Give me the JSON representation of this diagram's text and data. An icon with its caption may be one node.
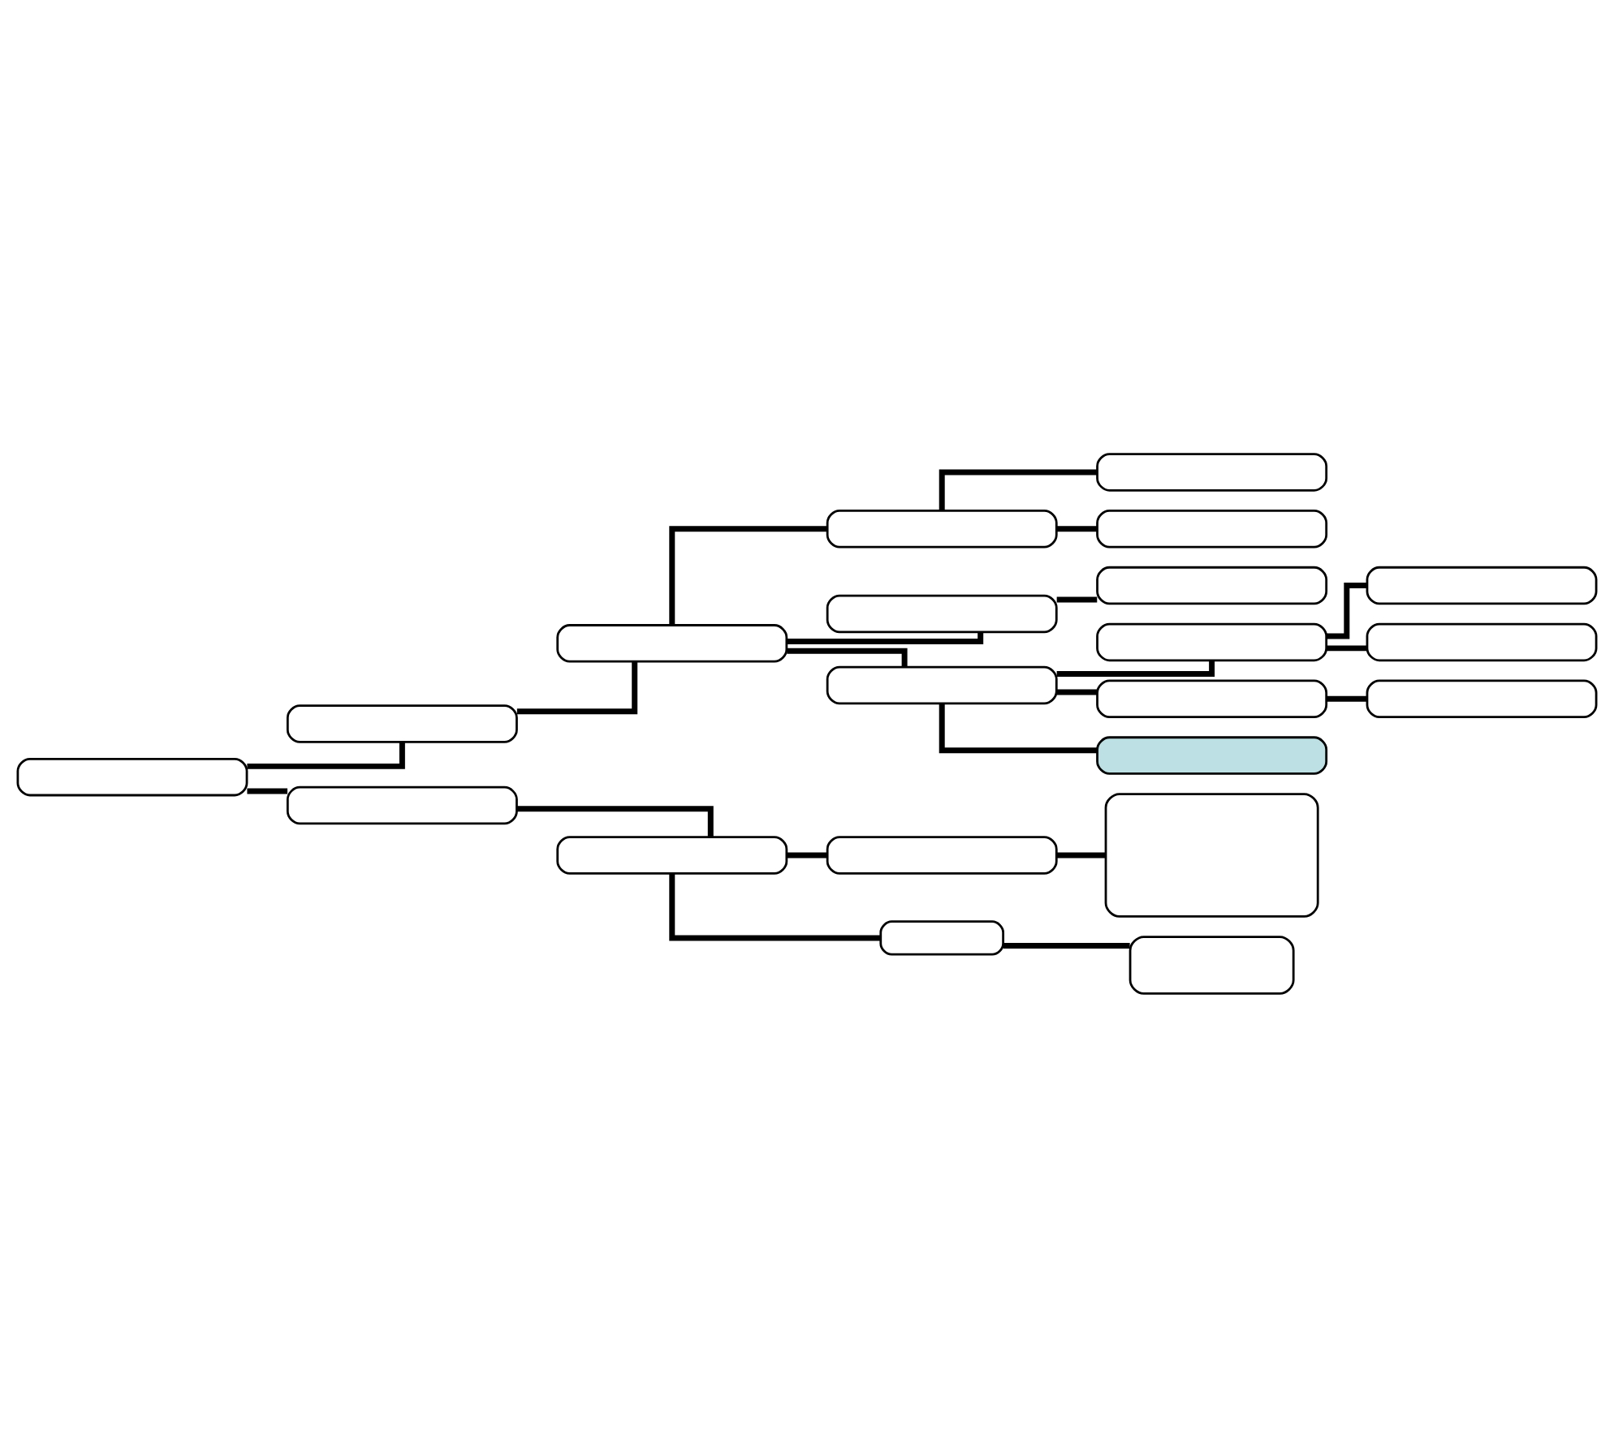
{
  "diagram": {
    "nodes": [
      {
        "text": [],
        "shape": "box"
      },
      {
        "text": [],
        "shape": "box"
      },
      {
        "text": [],
        "shape": "box"
      },
      {
        "text": [],
        "shape": "box"
      },
      {
        "text": [],
        "shape": "box"
      },
      {
        "text": [],
        "shape": "box"
      },
      {
        "text": [],
        "shape": "box"
      },
      {
        "text": [],
        "shape": "box"
      },
      {
        "text": [],
        "shape": "box"
      },
      {
        "text": [],
        "shape": "box"
      },
      {
        "text": [],
        "shape": "box"
      },
      {
        "text": [],
        "shape": "box"
      },
      {
        "text": [],
        "shape": "box"
      },
      {
        "text": [],
        "shape": "box"
      },
      {
        "text": [],
        "shape": "box"
      },
      {
        "text": [],
        "shape": "box"
      },
      {
        "text": [],
        "shape": "box"
      },
      {
        "text": [],
        "shape": "box"
      },
      {
        "text": [],
        "shape": "box"
      },
      {
        "text": [],
        "shape": "box"
      },
      {
        "text": [],
        "shape": "box"
      }
    ],
    "edges": [
      {
        "from": 0,
        "to": 1,
        "arrow": "none"
      },
      {
        "from": 1,
        "to": 2,
        "arrow": "none"
      },
      {
        "from": 2,
        "to": 3,
        "arrow": "none"
      },
      {
        "from": 3,
        "to": 4,
        "arrow": "none"
      },
      {
        "from": 3,
        "to": 5,
        "arrow": "none"
      },
      {
        "from": 2,
        "to": 6,
        "arrow": "none"
      },
      {
        "from": 6,
        "to": 7,
        "arrow": "none"
      },
      {
        "from": 2,
        "to": 8,
        "arrow": "none"
      },
      {
        "from": 8,
        "to": 9,
        "arrow": "none"
      },
      {
        "from": 9,
        "to": 10,
        "arrow": "none"
      },
      {
        "from": 9,
        "to": 11,
        "arrow": "none"
      },
      {
        "from": 8,
        "to": 12,
        "arrow": "none"
      },
      {
        "from": 12,
        "to": 13,
        "arrow": "none"
      },
      {
        "from": 8,
        "to": 14,
        "arrow": "none"
      },
      {
        "from": 0,
        "to": 15,
        "arrow": "none"
      },
      {
        "from": 15,
        "to": 16,
        "arrow": "none"
      },
      {
        "from": 16,
        "to": 17,
        "arrow": "none"
      },
      {
        "from": 17,
        "to": 18,
        "arrow": "none"
      },
      {
        "from": 16,
        "to": 19,
        "arrow": "none"
      },
      {
        "from": 19,
        "to": 20,
        "arrow": "none"
      }
    ]
  }
}
